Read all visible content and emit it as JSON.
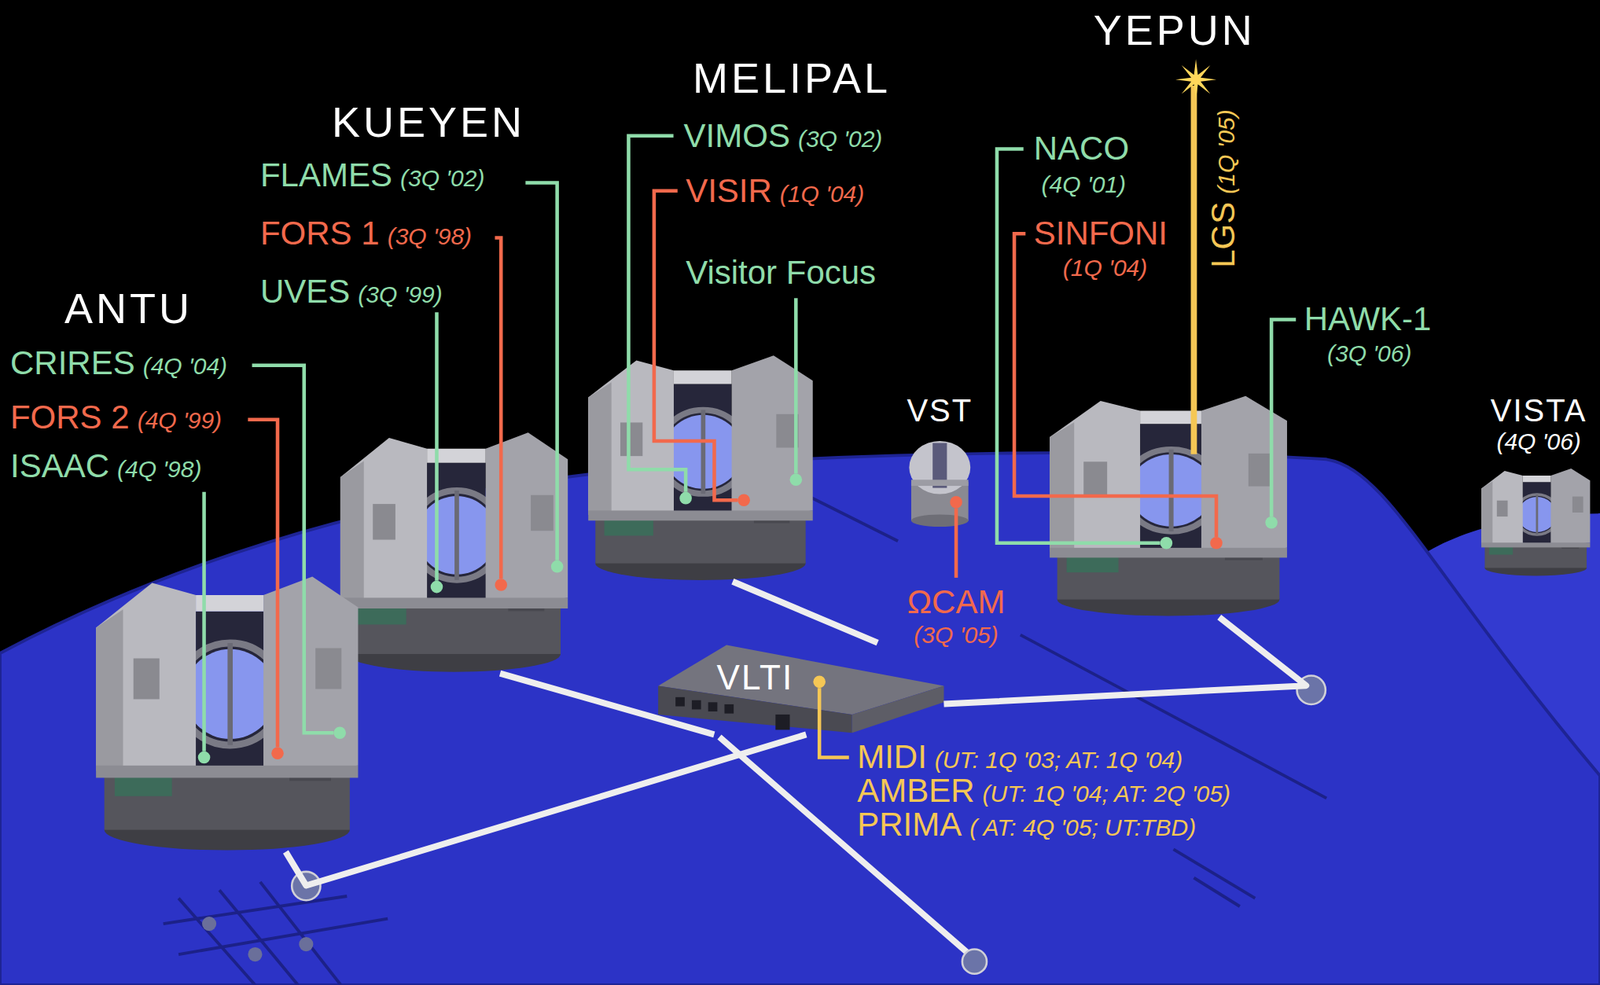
{
  "diagram": {
    "nodes": [
      {
        "text": [
          "ANTU"
        ]
      },
      {
        "text": [
          "KUEYEN"
        ]
      },
      {
        "text": [
          "MELIPAL"
        ]
      },
      {
        "text": [
          "VST"
        ]
      },
      {
        "text": [
          "YEPUN"
        ]
      },
      {
        "text": [
          "VISTA",
          "(4Q '06)"
        ]
      },
      {
        "text": [
          "VLTI"
        ]
      }
    ],
    "edges": [
      {
        "from": 0,
        "to": 6,
        "arrow": "none"
      },
      {
        "from": 1,
        "to": 6,
        "arrow": "none"
      },
      {
        "from": 2,
        "to": 6,
        "arrow": "none"
      },
      {
        "from": 4,
        "to": 6,
        "arrow": "none"
      }
    ],
    "labels": [
      "CRIRES",
      "(4Q '04)",
      "FORS 2",
      "(4Q '99)",
      "ISAAC",
      "(4Q '98)",
      "FLAMES",
      "(3Q '02)",
      "FORS 1",
      "(3Q '98)",
      "UVES",
      "(3Q '99)",
      "VIMOS",
      "(3Q '02)",
      "VISIR",
      "(1Q '04)",
      "Visitor Focus",
      "NACO",
      "(4Q '01)",
      "SINFONI",
      "(1Q '04)",
      "LGS",
      "(1Q '05)",
      "HAWK-1",
      "(3Q '06)",
      "ΩCAM",
      "(3Q '05)",
      "MIDI",
      "(UT: 1Q '03; AT: 1Q '04)",
      "AMBER",
      "(UT: 1Q '04; AT: 2Q '05)",
      "PRIMA",
      "( AT: 4Q '05; UT:TBD)"
    ]
  }
}
